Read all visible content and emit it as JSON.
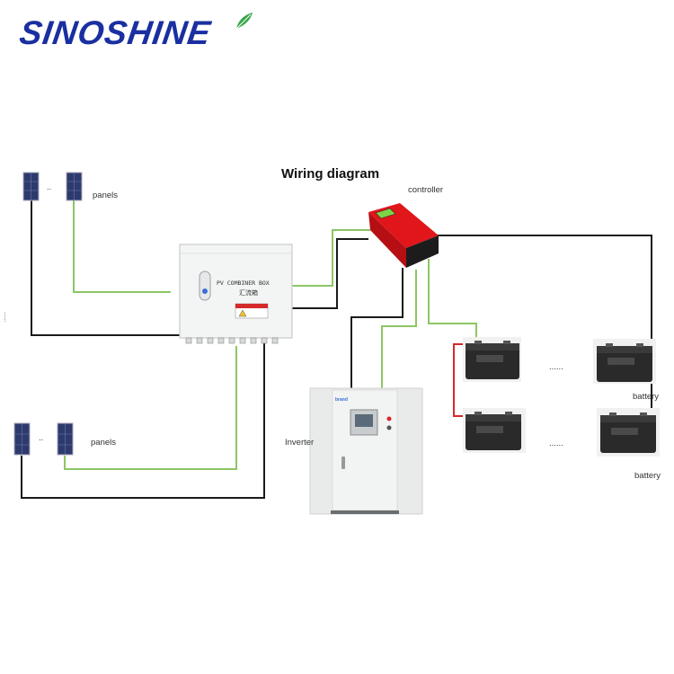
{
  "logo": {
    "text": "SINOSHINE"
  },
  "diagram": {
    "title": "Wiring diagram",
    "labels": {
      "panels_top": "panels",
      "panels_bottom": "panels",
      "controller": "controller",
      "inverter": "Inverter",
      "battery_1": "battery",
      "battery_2": "battery",
      "ellipsis_top_panels": "..",
      "ellipsis_bottom_panels": "..",
      "ellipsis_side": "......",
      "ellipsis_batt_top": "......",
      "ellipsis_batt_bottom": "......"
    },
    "combiner_box": {
      "line1": "PV COMBINER BOX",
      "line2": "汇流箱"
    },
    "inverter_brand": "brand",
    "colors": {
      "logo_blue": "#1a2fa0",
      "logo_leaf": "#3aa64a",
      "wire_green": "#8cc665",
      "wire_black": "#1a1a1a",
      "wire_red": "#d42a2a",
      "controller_red": "#e0161b"
    }
  }
}
